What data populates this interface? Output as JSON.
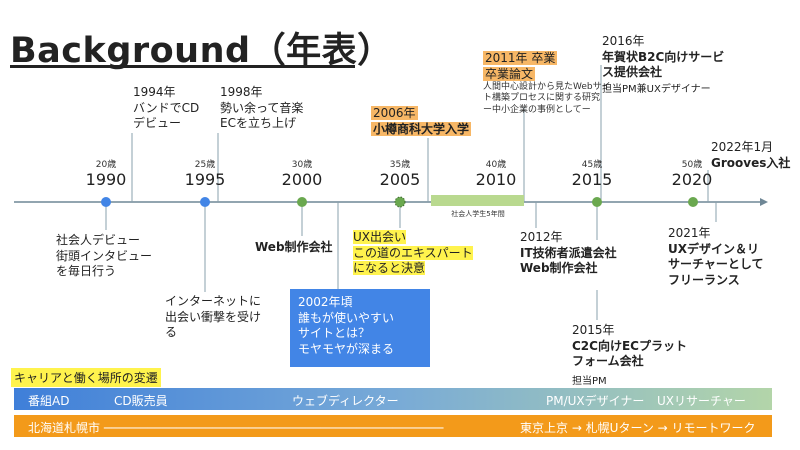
{
  "title": "Background（年表）",
  "axis": {
    "ticks": [
      {
        "age": "20歳",
        "year": "1990"
      },
      {
        "age": "25歳",
        "year": "1995"
      },
      {
        "age": "30歳",
        "year": "2000"
      },
      {
        "age": "35歳",
        "year": "2005"
      },
      {
        "age": "40歳",
        "year": "2010"
      },
      {
        "age": "45歳",
        "year": "2015"
      },
      {
        "age": "50歳",
        "year": "2020"
      }
    ]
  },
  "events": {
    "e1994": [
      "1994年",
      "バンドでCD",
      "デビュー"
    ],
    "e1998": [
      "1998年",
      "勢い余って音楽",
      "ECを立ち上げ"
    ],
    "e2006": [
      "2006年",
      "小樽商科大学入学"
    ],
    "e2011_title": [
      "2011年 卒業",
      "卒業論文"
    ],
    "e2011_note": [
      "人間中心設計から見たWebサイ",
      "ト構築プロセスに関する研究",
      "ー中小企業の事例としてー"
    ],
    "e2016": [
      "2016年",
      "年賀状B2C向けサービ",
      "ス提供会社"
    ],
    "e2016_sub": "担当PM兼UXデザイナー",
    "e2022": [
      "2022年1月",
      "Grooves入社"
    ],
    "social_debut": [
      "社会人デビュー",
      "街頭インタビュー",
      "を毎日行う"
    ],
    "internet": [
      "インターネットに",
      "出会い衝撃を受け",
      "る"
    ],
    "web_company": "Web制作会社",
    "ux_meet": [
      "UX出会い",
      "この道のエキスパート",
      "になると決意"
    ],
    "box_2002": [
      "2002年頃",
      "誰もが使いやすい",
      "サイトとは？",
      "モヤモヤが深まる"
    ],
    "e2012": [
      "2012年",
      "IT技術者派遣会社",
      "Web制作会社"
    ],
    "e2015": [
      "2015年",
      "C2C向けECプラット",
      "フォーム会社"
    ],
    "e2015_sub": "担当PM",
    "e2021": [
      "2021年",
      "UXデザイン＆リ",
      "サーチャーとして",
      "フリーランス"
    ]
  },
  "gakusei_label": "社会人学生5年間",
  "career_heading": "キャリアと働く場所の変遷",
  "career_band": {
    "items": [
      "番組AD",
      "CD販売員",
      "ウェブディレクター",
      "PM/UXデザイナー",
      "UXリサーチャー"
    ]
  },
  "place_band": {
    "items": [
      "北海道札幌市 ───────────────────────────────────────────────",
      "東京上京 → 札幌Uターン → リモートワーク"
    ]
  },
  "colors": {
    "axis": "#6f8796",
    "blue_dot": "#4285e6",
    "green_dot": "#6aa84f",
    "highlight_orange": "#f7b766",
    "highlight_yellow": "#fff34d",
    "place_band": "#f39a1a"
  }
}
